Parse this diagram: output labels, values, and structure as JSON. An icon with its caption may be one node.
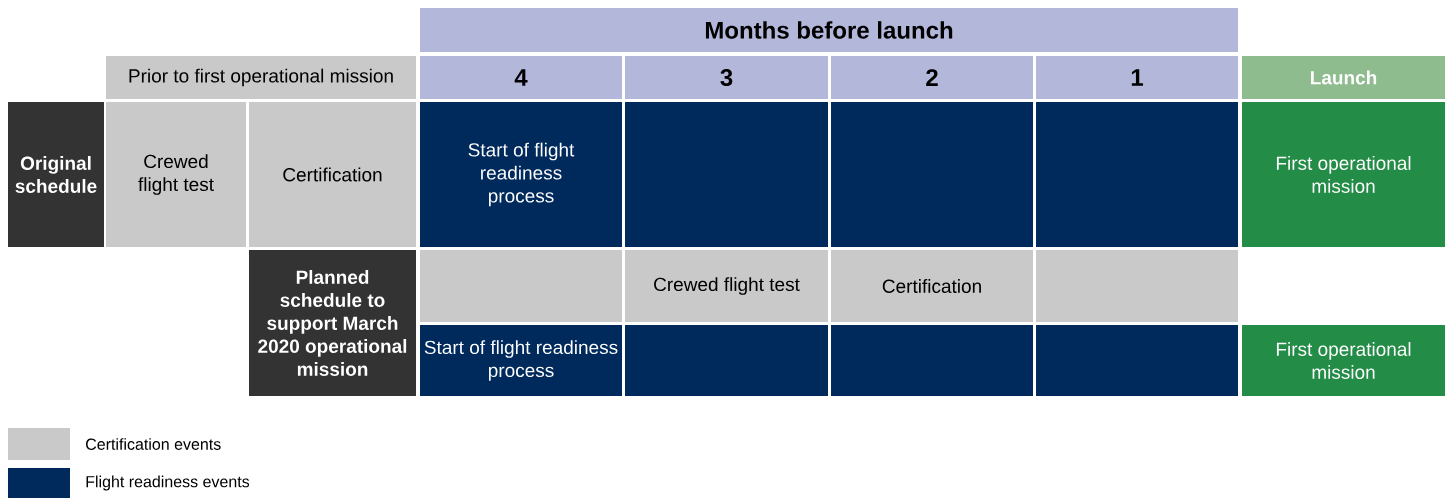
{
  "diagram": {
    "nodes": [
      {
        "text": [
          "Months before launch"
        ]
      },
      {
        "text": [
          "Prior to first operational mission"
        ]
      },
      {
        "text": [
          "4"
        ]
      },
      {
        "text": [
          "3"
        ]
      },
      {
        "text": [
          "2"
        ]
      },
      {
        "text": [
          "1"
        ]
      },
      {
        "text": [
          "Launch"
        ]
      },
      {
        "text": [
          "Original schedule"
        ]
      },
      {
        "text": [
          "Crewed flight test"
        ]
      },
      {
        "text": [
          "Certification"
        ]
      },
      {
        "text": [
          "Start of flight readiness process"
        ]
      },
      {
        "text": [],
        "shape": "box"
      },
      {
        "text": [],
        "shape": "box"
      },
      {
        "text": [],
        "shape": "box"
      },
      {
        "text": [
          "First operational mission"
        ]
      },
      {
        "text": [
          "Planned schedule to support March 2020 operational mission"
        ]
      },
      {
        "text": [],
        "shape": "box"
      },
      {
        "text": [
          "Crewed flight test"
        ]
      },
      {
        "text": [
          "Certification"
        ]
      },
      {
        "text": [],
        "shape": "box"
      },
      {
        "text": [
          "Start of flight readiness process"
        ]
      },
      {
        "text": [],
        "shape": "box"
      },
      {
        "text": [],
        "shape": "box"
      },
      {
        "text": [],
        "shape": "box"
      },
      {
        "text": [
          "First operational mission"
        ]
      }
    ],
    "legend": [
      {
        "text": "Certification events",
        "color": "#c9c9c9"
      },
      {
        "text": "Flight readiness events",
        "color": "#002a5c"
      }
    ]
  }
}
